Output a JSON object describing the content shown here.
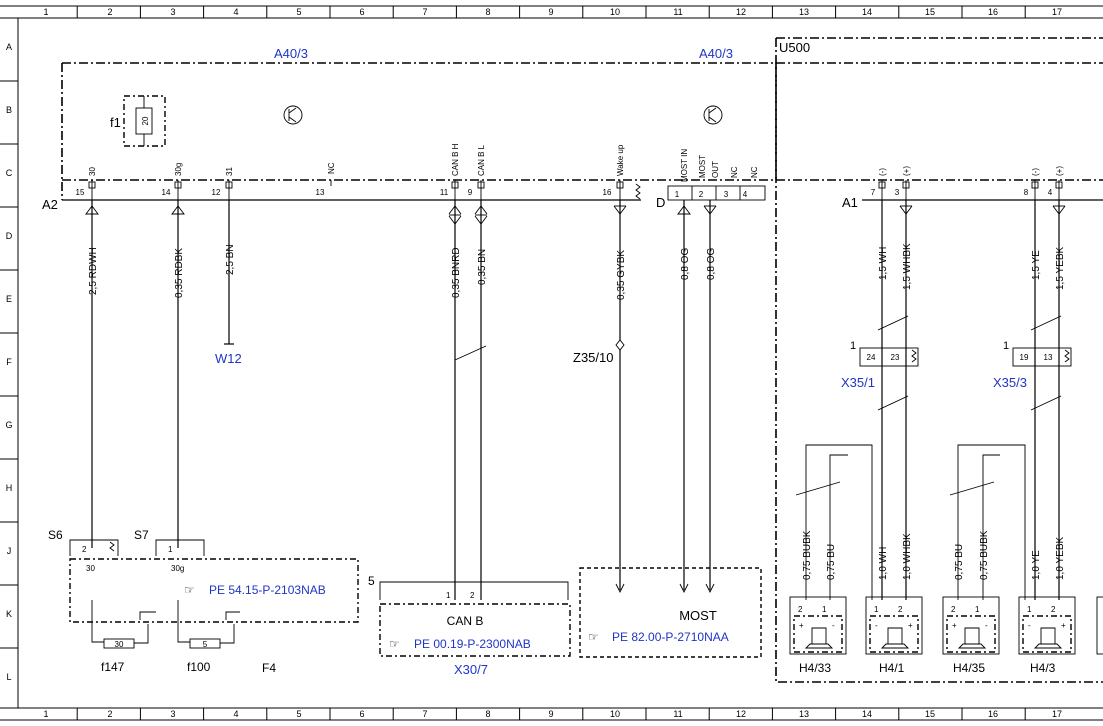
{
  "grid": {
    "cols": [
      "1",
      "2",
      "3",
      "4",
      "5",
      "6",
      "7",
      "8",
      "9",
      "10",
      "11",
      "12",
      "13",
      "14",
      "15",
      "16",
      "17"
    ],
    "rows": [
      "A",
      "B",
      "C",
      "D",
      "E",
      "F",
      "G",
      "H",
      "J",
      "K",
      "L"
    ]
  },
  "components": {
    "a40_left": "A40/3",
    "a40_right": "A40/3",
    "u500": "U500",
    "a2": "A2",
    "a1": "A1",
    "d": "D",
    "f1": "f1",
    "f1_rating": "20",
    "w12": "W12",
    "z35": "Z35/10",
    "x35_1": "X35/1",
    "x35_3": "X35/3",
    "s6": "S6",
    "s7": "S7",
    "f147": "f147",
    "f100": "f100",
    "f147_rating": "30",
    "f100_rating": "5",
    "f4": "F4",
    "x30": "X30/7",
    "h4_33": "H4/33",
    "h4_1": "H4/1",
    "h4_35": "H4/35",
    "h4_3": "H4/3",
    "can_b": "CAN B",
    "most": "MOST",
    "five": "5",
    "one_a": "1",
    "one_b": "1"
  },
  "refs": {
    "pe54": "PE 54.15-P-2103NAB",
    "pe00": "PE 00.19-P-2300NAB",
    "pe82": "PE 82.00-P-2710NAA"
  },
  "pins": {
    "p15": "15",
    "p30": "30",
    "p14": "14",
    "p30g": "30g",
    "p12": "12",
    "p31": "31",
    "p13": "13",
    "pnc": "NC",
    "p11": "11",
    "pcanbh": "CAN B H",
    "p9": "9",
    "pcanbl": "CAN B L",
    "p16": "16",
    "pwake": "Wake up",
    "d1": "1",
    "d2": "2",
    "d3": "3",
    "d4": "4",
    "mostin": "MOST IN",
    "mostout": "MOST",
    "dout": "OUT",
    "dnc1": "NC",
    "dnc2": "NC",
    "a1_7": "7",
    "a1_3": "3",
    "a1_8": "8",
    "a1_4": "4",
    "minus": "(-)",
    "plus": "(+)",
    "x1_24": "24",
    "x1_23": "23",
    "x3_19": "19",
    "x3_13": "13",
    "s6_2": "2",
    "s6_30": "30",
    "s7_1": "1",
    "s7_30g": "30g",
    "x30_1": "1",
    "x30_2": "2",
    "spk_2": "2",
    "spk_1": "1",
    "spk_plus": "+",
    "spk_minus": "-"
  },
  "wires": {
    "w1": "2,5 RDWH",
    "w2": "0,35 RDBK",
    "w3": "2,5 BN",
    "w4": "0,35 BNRD",
    "w5": "0,35 BN",
    "w6": "0,35 GYBK",
    "w7": "0,8 OG",
    "w8": "0,8 OG",
    "w9": "1,5 WH",
    "w10": "1,5 WHBK",
    "w11": "1,5 YE",
    "w12": "1,5 YEBK",
    "w13": "0,75 BUBK",
    "w14": "0,75 BU",
    "w15": "1,0 WH",
    "w16": "1,0 WHBK",
    "w17": "0,75 BU",
    "w18": "0,75 BUBK",
    "w19": "1,0 YE",
    "w20": "1,0 YEBK"
  }
}
